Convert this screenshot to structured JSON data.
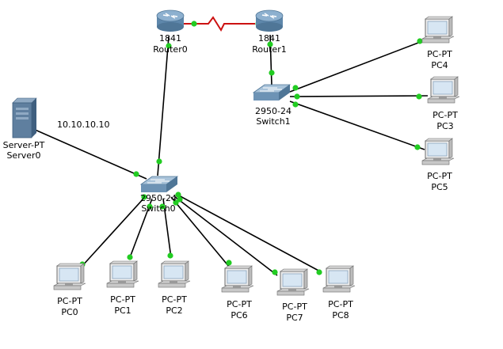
{
  "colors": {
    "link": "#000000",
    "serial_link": "#cc1111",
    "port_up": "#22cc22",
    "router_body": "#6f96b8",
    "switch_body": "#7fa3c2",
    "pc_screen": "#d7e6f3",
    "server_body": "#5f7f9f"
  },
  "devices": {
    "router0": {
      "model": "1841",
      "name": "Router0",
      "icon": "router-icon"
    },
    "router1": {
      "model": "1841",
      "name": "Router1",
      "icon": "router-icon"
    },
    "switch0": {
      "model": "2950-24",
      "name": "Switch0",
      "icon": "switch-icon"
    },
    "switch1": {
      "model": "2950-24",
      "name": "Switch1",
      "icon": "switch-icon"
    },
    "server0": {
      "model": "Server-PT",
      "name": "Server0",
      "icon": "server-icon"
    },
    "pc0": {
      "model": "PC-PT",
      "name": "PC0",
      "icon": "pc-icon"
    },
    "pc1": {
      "model": "PC-PT",
      "name": "PC1",
      "icon": "pc-icon"
    },
    "pc2": {
      "model": "PC-PT",
      "name": "PC2",
      "icon": "pc-icon"
    },
    "pc6": {
      "model": "PC-PT",
      "name": "PC6",
      "icon": "pc-icon"
    },
    "pc7": {
      "model": "PC-PT",
      "name": "PC7",
      "icon": "pc-icon"
    },
    "pc8": {
      "model": "PC-PT",
      "name": "PC8",
      "icon": "pc-icon"
    },
    "pc3": {
      "model": "PC-PT",
      "name": "PC3",
      "icon": "pc-icon"
    },
    "pc4": {
      "model": "PC-PT",
      "name": "PC4",
      "icon": "pc-icon"
    },
    "pc5": {
      "model": "PC-PT",
      "name": "PC5",
      "icon": "pc-icon"
    }
  },
  "annotations": {
    "server_ip": "10.10.10.10"
  },
  "links": [
    {
      "from": "router0",
      "to": "router1",
      "type": "serial"
    },
    {
      "from": "router0",
      "to": "switch0",
      "type": "ethernet"
    },
    {
      "from": "router1",
      "to": "switch1",
      "type": "ethernet"
    },
    {
      "from": "server0",
      "to": "switch0",
      "type": "ethernet"
    },
    {
      "from": "switch0",
      "to": "pc0",
      "type": "ethernet"
    },
    {
      "from": "switch0",
      "to": "pc1",
      "type": "ethernet"
    },
    {
      "from": "switch0",
      "to": "pc2",
      "type": "ethernet"
    },
    {
      "from": "switch0",
      "to": "pc6",
      "type": "ethernet"
    },
    {
      "from": "switch0",
      "to": "pc7",
      "type": "ethernet"
    },
    {
      "from": "switch0",
      "to": "pc8",
      "type": "ethernet"
    },
    {
      "from": "switch1",
      "to": "pc4",
      "type": "ethernet"
    },
    {
      "from": "switch1",
      "to": "pc3",
      "type": "ethernet"
    },
    {
      "from": "switch1",
      "to": "pc5",
      "type": "ethernet"
    }
  ]
}
